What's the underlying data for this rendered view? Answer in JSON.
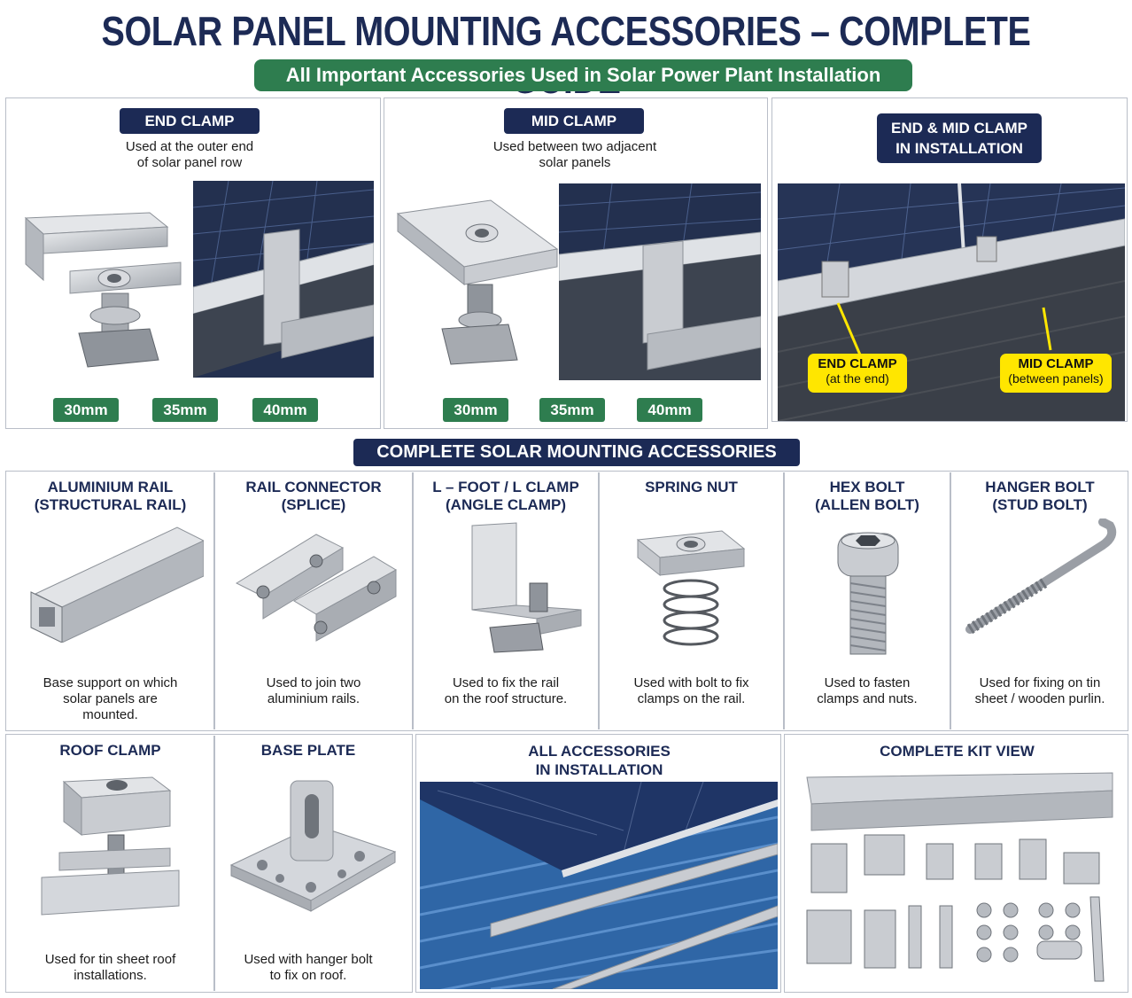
{
  "header": {
    "title": "SOLAR PANEL MOUNTING ACCESSORIES – COMPLETE GUIDE",
    "subtitle": "All Important Accessories Used in Solar Power Plant Installation"
  },
  "top": {
    "end_clamp": {
      "title": "END CLAMP",
      "desc_line1": "Used at the outer end",
      "desc_line2": "of solar panel row",
      "sizes": [
        "30mm",
        "35mm",
        "40mm"
      ]
    },
    "mid_clamp": {
      "title": "MID CLAMP",
      "desc_line1": "Used between two adjacent",
      "desc_line2": "solar panels",
      "sizes": [
        "30mm",
        "35mm",
        "40mm"
      ]
    },
    "installation": {
      "title_line1": "END & MID CLAMP",
      "title_line2": "IN INSTALLATION",
      "end_label": "END CLAMP",
      "end_sub": "(at the end)",
      "mid_label": "MID CLAMP",
      "mid_sub": "(between panels)"
    }
  },
  "section_title": "COMPLETE SOLAR MOUNTING ACCESSORIES",
  "accessories": [
    {
      "title1": "ALUMINIUM RAIL",
      "title2": "(STRUCTURAL RAIL)",
      "desc1": "Base support on which",
      "desc2": "solar panels are",
      "desc3": "mounted."
    },
    {
      "title1": "RAIL CONNECTOR",
      "title2": "(SPLICE)",
      "desc1": "Used to join two",
      "desc2": "aluminium rails.",
      "desc3": ""
    },
    {
      "title1": "L – FOOT / L CLAMP",
      "title2": "(ANGLE CLAMP)",
      "desc1": "Used to fix the rail",
      "desc2": "on the roof structure.",
      "desc3": ""
    },
    {
      "title1": "SPRING NUT",
      "title2": "",
      "desc1": "Used with bolt to fix",
      "desc2": "clamps on the rail.",
      "desc3": ""
    },
    {
      "title1": "HEX BOLT",
      "title2": "(ALLEN BOLT)",
      "desc1": "Used to fasten",
      "desc2": "clamps and nuts.",
      "desc3": ""
    },
    {
      "title1": "HANGER BOLT",
      "title2": "(STUD BOLT)",
      "desc1": "Used for fixing on tin",
      "desc2": "sheet / wooden purlin.",
      "desc3": ""
    }
  ],
  "bottom": {
    "roof_clamp": {
      "title": "ROOF CLAMP",
      "desc1": "Used for tin sheet roof",
      "desc2": "installations."
    },
    "base_plate": {
      "title": "BASE PLATE",
      "desc1": "Used with hanger bolt",
      "desc2": "to fix on roof."
    },
    "all_accessories": {
      "title1": "ALL ACCESSORIES",
      "title2": "IN INSTALLATION"
    },
    "kit_view": {
      "title": "COMPLETE KIT VIEW"
    }
  },
  "colors": {
    "navy": "#1c2a55",
    "green": "#2e7d4f",
    "yellow": "#ffe600",
    "panel_blue": "#1f3566",
    "aluminium": "#c9ccd1"
  }
}
